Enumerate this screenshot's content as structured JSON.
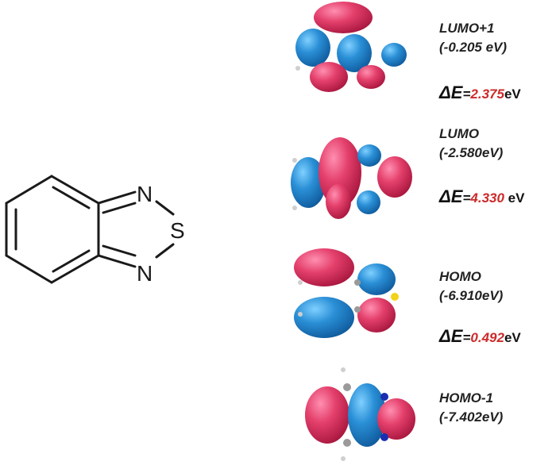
{
  "molecule": {
    "atoms": {
      "n_top": "N",
      "sulfur": "S",
      "n_bottom": "N"
    }
  },
  "orbitals": [
    {
      "name": "LUMO+1",
      "energy": "(-0.205 eV)"
    },
    {
      "name": "LUMO",
      "energy": "(-2.580eV)"
    },
    {
      "name": "HOMO",
      "energy": "(-6.910eV)"
    },
    {
      "name": "HOMO-1",
      "energy": "(-7.402eV)"
    }
  ],
  "gaps": [
    {
      "symbol": "ΔE",
      "equals": "=",
      "value": "2.375",
      "unit": "eV"
    },
    {
      "symbol": "ΔE",
      "equals": "=",
      "value": "4.330",
      "unit": " eV"
    },
    {
      "symbol": "ΔE",
      "equals": "=",
      "value": "0.492",
      "unit": "eV"
    }
  ],
  "colors": {
    "positive_lobe": "#e0406a",
    "negative_lobe": "#2a8fd6",
    "gap_value": "#cc2a2a",
    "bond": "#1a1a1a"
  }
}
